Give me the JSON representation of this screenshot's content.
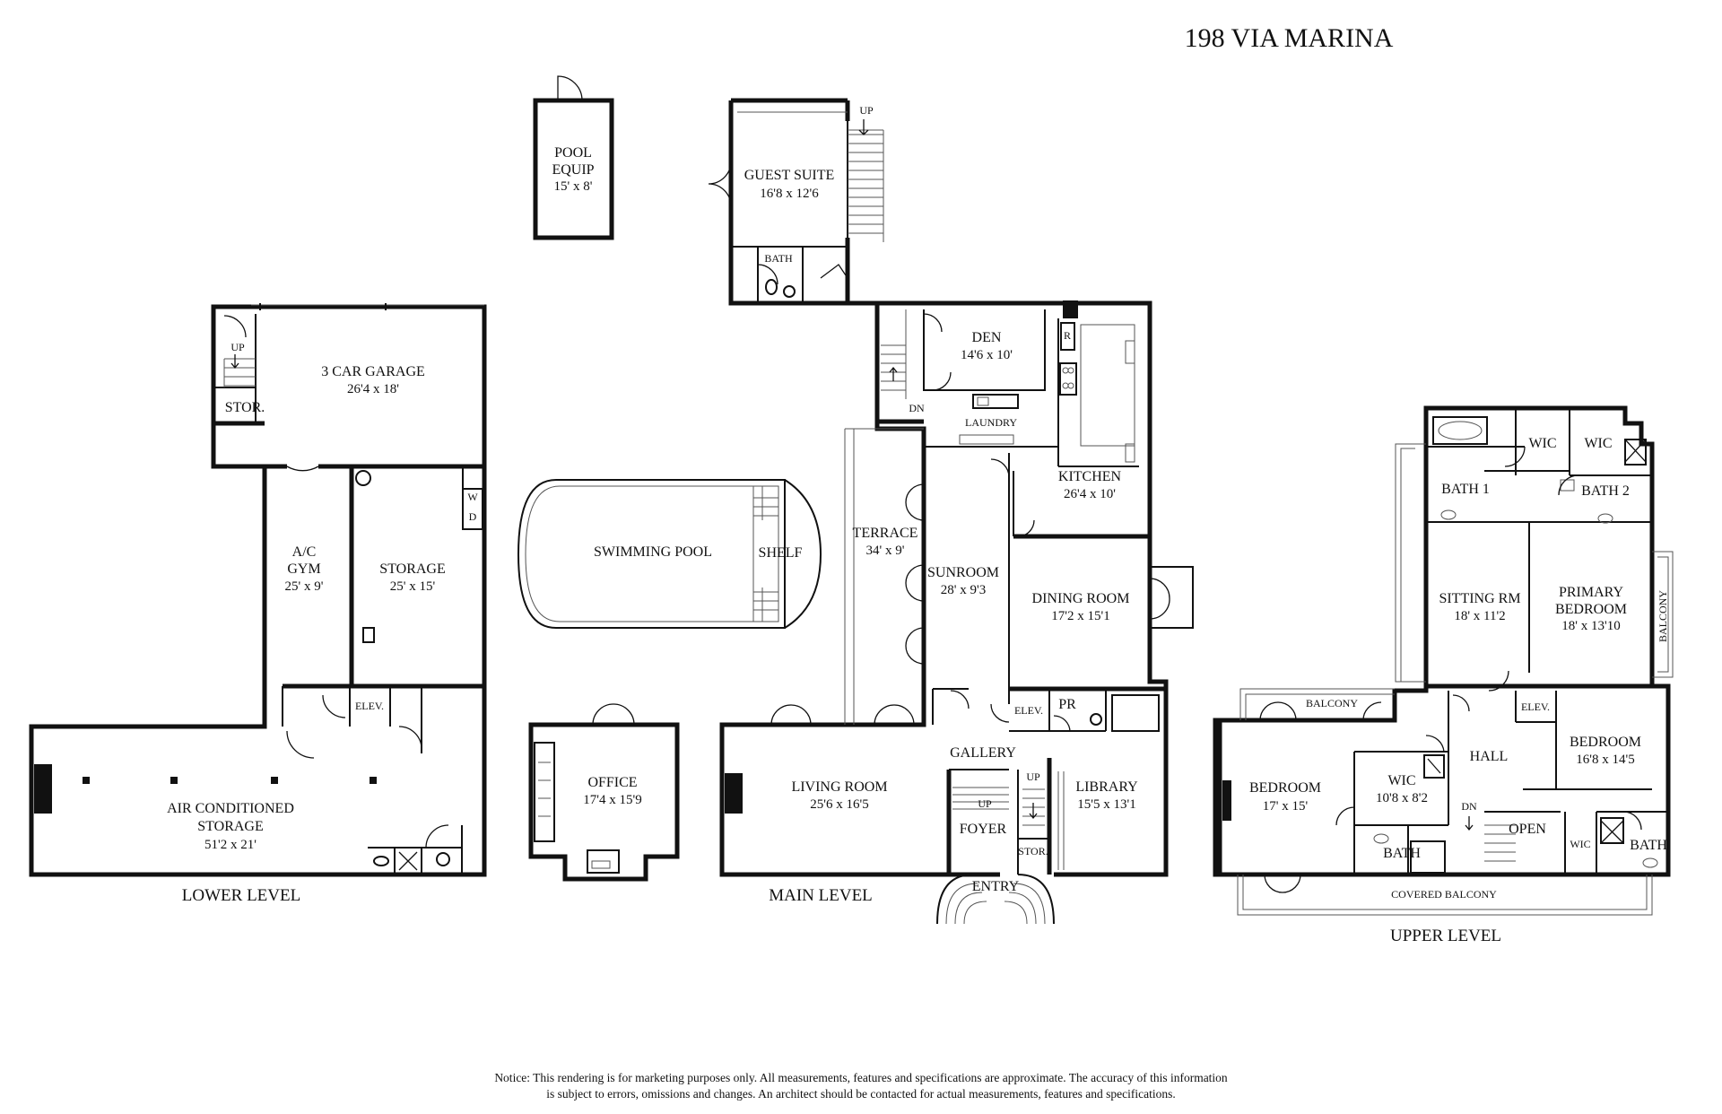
{
  "title": "198 VIA MARINA",
  "levels": {
    "lower": "LOWER LEVEL",
    "main": "MAIN LEVEL",
    "upper": "UPPER LEVEL"
  },
  "rooms": {
    "pool_equip": {
      "name1": "POOL",
      "name2": "EQUIP",
      "dim": "15' x 8'"
    },
    "guest_suite": {
      "name": "GUEST SUITE",
      "dim": "16'8 x 12'6"
    },
    "guest_bath": {
      "name": "BATH"
    },
    "guest_up": {
      "name": "UP"
    },
    "garage": {
      "name": "3 CAR GARAGE",
      "dim": "26'4 x 18'"
    },
    "lower_stor": {
      "name": "STOR."
    },
    "lower_up": {
      "name": "UP"
    },
    "gym": {
      "name1": "A/C",
      "name2": "GYM",
      "dim": "25' x 9'"
    },
    "lower_storage": {
      "name": "STORAGE",
      "dim": "25' x 15'"
    },
    "washer": {
      "name": "W"
    },
    "dryer": {
      "name": "D"
    },
    "lower_elev": {
      "name": "ELEV."
    },
    "ac_storage": {
      "name1": "AIR CONDITIONED",
      "name2": "STORAGE",
      "dim": "51'2 x 21'"
    },
    "pool": {
      "name": "SWIMMING POOL"
    },
    "shelf": {
      "name": "SHELF"
    },
    "office": {
      "name": "OFFICE",
      "dim": "17'4 x 15'9"
    },
    "den": {
      "name": "DEN",
      "dim": "14'6 x 10'"
    },
    "refrigerator": {
      "name": "R"
    },
    "main_dn": {
      "name": "DN"
    },
    "laundry": {
      "name": "LAUNDRY"
    },
    "kitchen": {
      "name": "KITCHEN",
      "dim": "26'4 x 10'"
    },
    "terrace": {
      "name": "TERRACE",
      "dim": "34' x 9'"
    },
    "sunroom": {
      "name": "SUNROOM",
      "dim": "28' x 9'3"
    },
    "dining": {
      "name": "DINING ROOM",
      "dim": "17'2 x 15'1"
    },
    "main_elev": {
      "name": "ELEV."
    },
    "powder": {
      "name": "PR"
    },
    "gallery": {
      "name": "GALLERY"
    },
    "living": {
      "name": "LIVING ROOM",
      "dim": "25'6 x 16'5"
    },
    "foyer_up1": {
      "name": "UP"
    },
    "foyer_up2": {
      "name": "UP"
    },
    "foyer": {
      "name": "FOYER"
    },
    "main_stor": {
      "name": "STOR."
    },
    "library": {
      "name": "LIBRARY",
      "dim": "15'5 x 13'1"
    },
    "entry": {
      "name": "ENTRY"
    },
    "wic1": {
      "name": "WIC"
    },
    "wic2": {
      "name": "WIC"
    },
    "bath1": {
      "name": "BATH 1"
    },
    "bath2": {
      "name": "BATH 2"
    },
    "sitting": {
      "name": "SITTING RM",
      "dim": "18' x 11'2"
    },
    "primary": {
      "name1": "PRIMARY",
      "name2": "BEDROOM",
      "dim": "18' x 13'10"
    },
    "side_balcony": {
      "name": "BALCONY"
    },
    "top_balcony": {
      "name": "BALCONY"
    },
    "upper_elev": {
      "name": "ELEV."
    },
    "hall": {
      "name": "HALL"
    },
    "bedroom_w": {
      "name": "BEDROOM",
      "dim": "17' x 15'"
    },
    "wic3": {
      "name": "WIC",
      "dim": "10'8 x 8'2"
    },
    "bedroom_e": {
      "name": "BEDROOM",
      "dim": "16'8 x 14'5"
    },
    "upper_dn": {
      "name": "DN"
    },
    "open": {
      "name": "OPEN"
    },
    "bath_w": {
      "name": "BATH"
    },
    "wic4": {
      "name": "WIC"
    },
    "bath_e": {
      "name": "BATH"
    },
    "covered_balcony": {
      "name": "COVERED BALCONY"
    }
  },
  "notice": {
    "line1": "Notice: This rendering is for marketing purposes only. All measurements, features and specifications are approximate. The accuracy of this information",
    "line2": "is subject to errors, omissions and changes. An architect should be contacted for actual measurements, features and specifications."
  }
}
